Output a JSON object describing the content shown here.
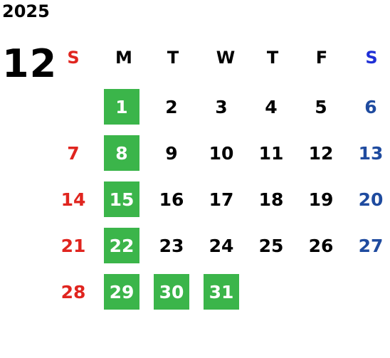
{
  "year": "2025",
  "month": "12",
  "weekdays": [
    "S",
    "M",
    "T",
    "W",
    "T",
    "F",
    "S"
  ],
  "weeks": [
    [
      "",
      "1",
      "2",
      "3",
      "4",
      "5",
      "6"
    ],
    [
      "7",
      "8",
      "9",
      "10",
      "11",
      "12",
      "13"
    ],
    [
      "14",
      "15",
      "16",
      "17",
      "18",
      "19",
      "20"
    ],
    [
      "21",
      "22",
      "23",
      "24",
      "25",
      "26",
      "27"
    ],
    [
      "28",
      "29",
      "30",
      "31",
      "",
      "",
      ""
    ]
  ],
  "highlighted_days": [
    "1",
    "8",
    "15",
    "22",
    "29",
    "30",
    "31"
  ],
  "colors": {
    "sunday": "#e0251f",
    "saturday": "#1f4b9f",
    "saturday_header": "#1f2fd6",
    "highlight_bg": "#3bb54a",
    "highlight_text": "#ffffff",
    "default_text": "#000000"
  }
}
